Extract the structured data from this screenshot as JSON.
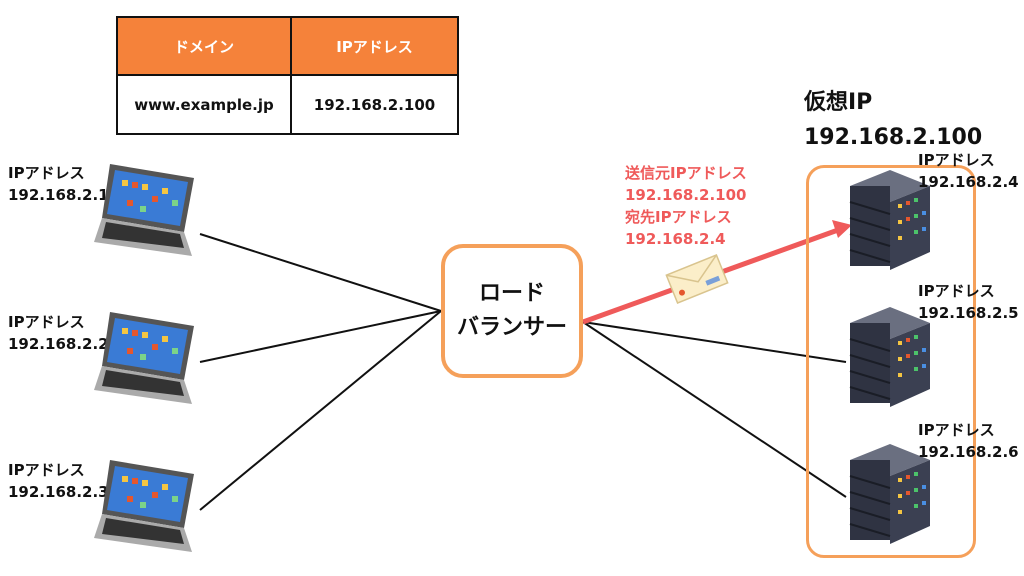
{
  "table": {
    "headers": [
      "ドメイン",
      "IPアドレス"
    ],
    "row": [
      "www.example.jp",
      "192.168.2.100"
    ]
  },
  "clients": [
    {
      "label": "IPアドレス",
      "ip": "192.168.2.1"
    },
    {
      "label": "IPアドレス",
      "ip": "192.168.2.2"
    },
    {
      "label": "IPアドレス",
      "ip": "192.168.2.3"
    }
  ],
  "load_balancer": {
    "line1": "ロード",
    "line2": "バランサー"
  },
  "packet": {
    "src_label": "送信元IPアドレス",
    "src_ip": "192.168.2.100",
    "dst_label": "宛先IPアドレス",
    "dst_ip": "192.168.2.4"
  },
  "virtual_ip": {
    "label": "仮想IP",
    "ip": "192.168.2.100"
  },
  "servers": [
    {
      "label": "IPアドレス",
      "ip": "192.168.2.4"
    },
    {
      "label": "IPアドレス",
      "ip": "192.168.2.5"
    },
    {
      "label": "IPアドレス",
      "ip": "192.168.2.6"
    }
  ],
  "colors": {
    "accent": "#f5823a",
    "arrow": "#ef5a5a",
    "border": "#f5a05a"
  }
}
